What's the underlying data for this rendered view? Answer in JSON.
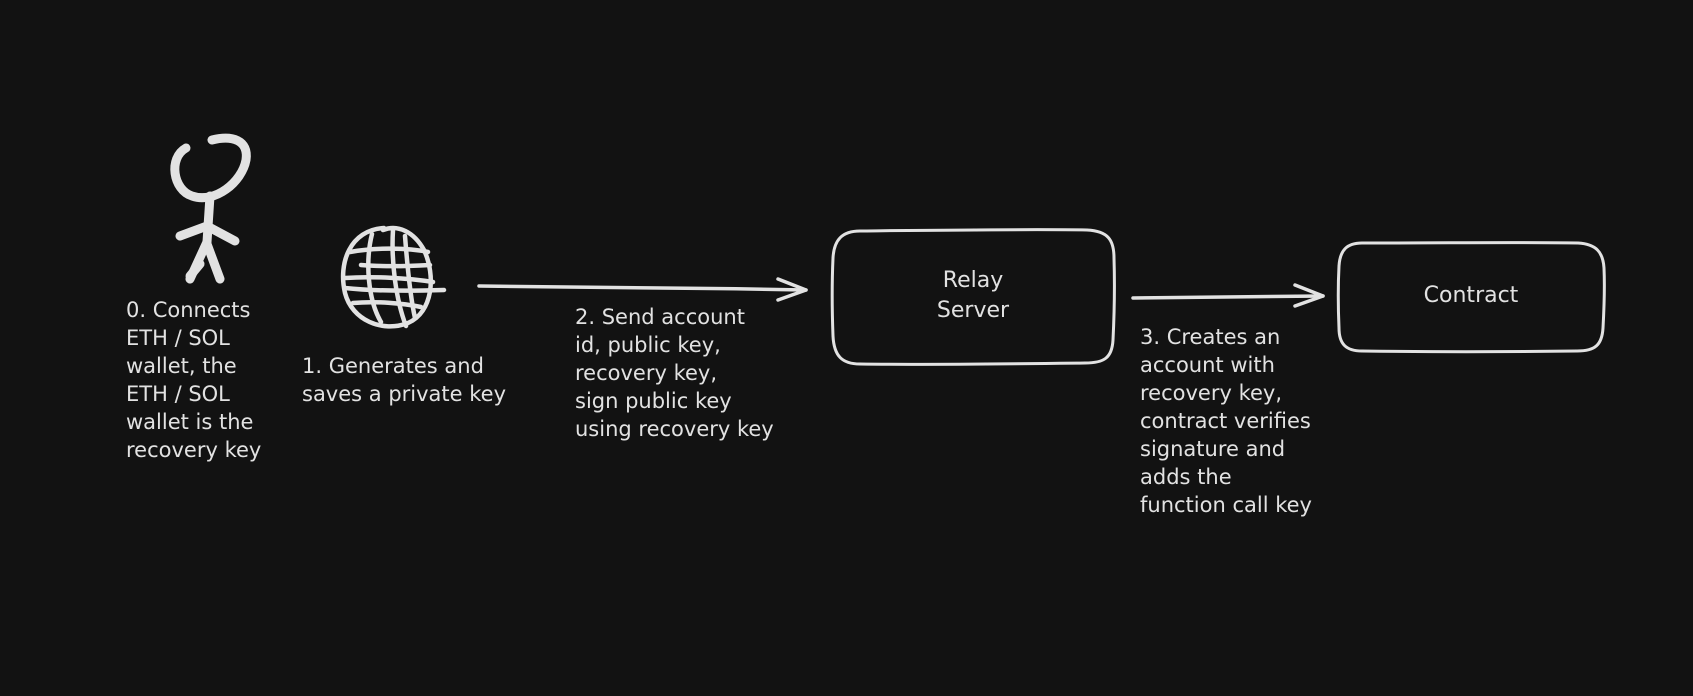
{
  "diagram": {
    "nodes": {
      "relay_server": {
        "label": "Relay\nServer"
      },
      "contract": {
        "label": "Contract"
      }
    },
    "steps": {
      "step0": "0. Connects\nETH / SOL\nwallet, the\nETH / SOL\nwallet is the\nrecovery key",
      "step1": "1. Generates and\nsaves a private key",
      "step2": "2. Send account\nid, public key,\nrecovery key,\nsign public key\nusing recovery key",
      "step3": "3. Creates an\naccount with\nrecovery key,\ncontract verifies\nsignature and\nadds the\nfunction call key"
    },
    "icons": {
      "user": "user-icon",
      "browser": "globe-icon"
    },
    "colors": {
      "background": "#121212",
      "stroke": "#e2e2e2"
    }
  }
}
